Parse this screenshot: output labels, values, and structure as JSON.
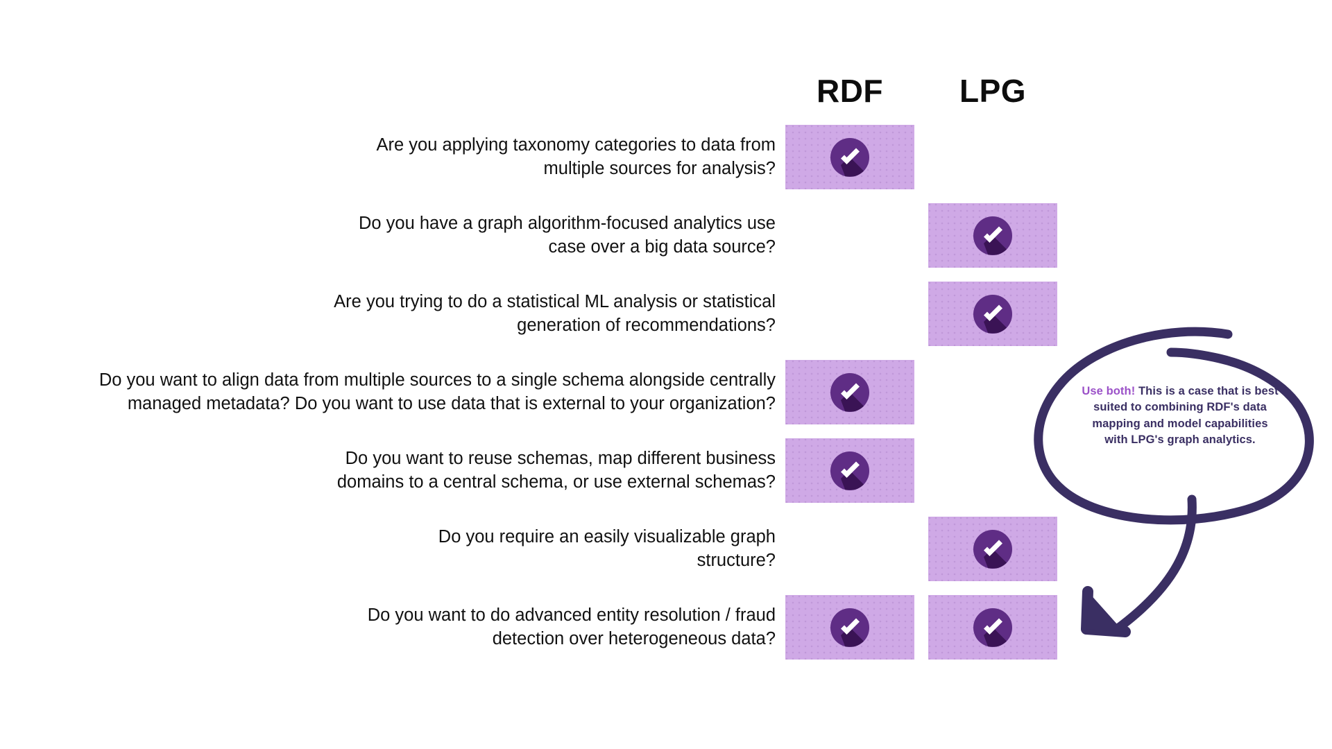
{
  "diagram": {
    "title_hidden": "RDF vs LPG decision matrix",
    "columns": [
      {
        "id": "rdf",
        "label": "RDF"
      },
      {
        "id": "lpg",
        "label": "LPG"
      }
    ],
    "check_icon_name": "check-circle-icon",
    "rows": [
      {
        "question": "Are you applying taxonomy categories to data from multiple sources for analysis?",
        "rdf": true,
        "lpg": false
      },
      {
        "question": "Do you have a graph algorithm-focused analytics use case over a big data source?",
        "rdf": false,
        "lpg": true
      },
      {
        "question": "Are you trying to do a statistical ML analysis or statistical generation of recommendations?",
        "rdf": false,
        "lpg": true
      },
      {
        "question": "Do you want to align data from multiple sources to a single schema alongside centrally managed metadata? Do you want to use data that is external to your organization?",
        "rdf": true,
        "lpg": false
      },
      {
        "question": "Do you want to reuse schemas, map different business domains to a central schema, or use external schemas?",
        "rdf": true,
        "lpg": false
      },
      {
        "question": "Do you require an easily visualizable graph structure?",
        "rdf": false,
        "lpg": true
      },
      {
        "question": "Do you want to do advanced entity resolution / fraud detection over heterogeneous data?",
        "rdf": true,
        "lpg": true
      }
    ],
    "annotation": {
      "name": "use-both-callout",
      "lead": "Use both!",
      "body": " This is a case that is best suited to combining RDF's data mapping and model capabilities with LPG's graph analytics.",
      "shape": "hand-drawn-ellipse-with-arrow",
      "arrow_points_to_row_index": 6
    }
  },
  "colors": {
    "page_background": "#ffffff",
    "tile_background": "#cfa9e6",
    "tile_dots": "#703c96",
    "badge_circle": "#5f2d85",
    "badge_shadow": "#3a1355",
    "check_mark": "#ffffff",
    "annotation_stroke": "#3a2f63",
    "annotation_lead_text": "#9b51c8",
    "annotation_body_text": "#3a2f63",
    "header_text": "#0d0d0d",
    "question_text": "#111111"
  }
}
